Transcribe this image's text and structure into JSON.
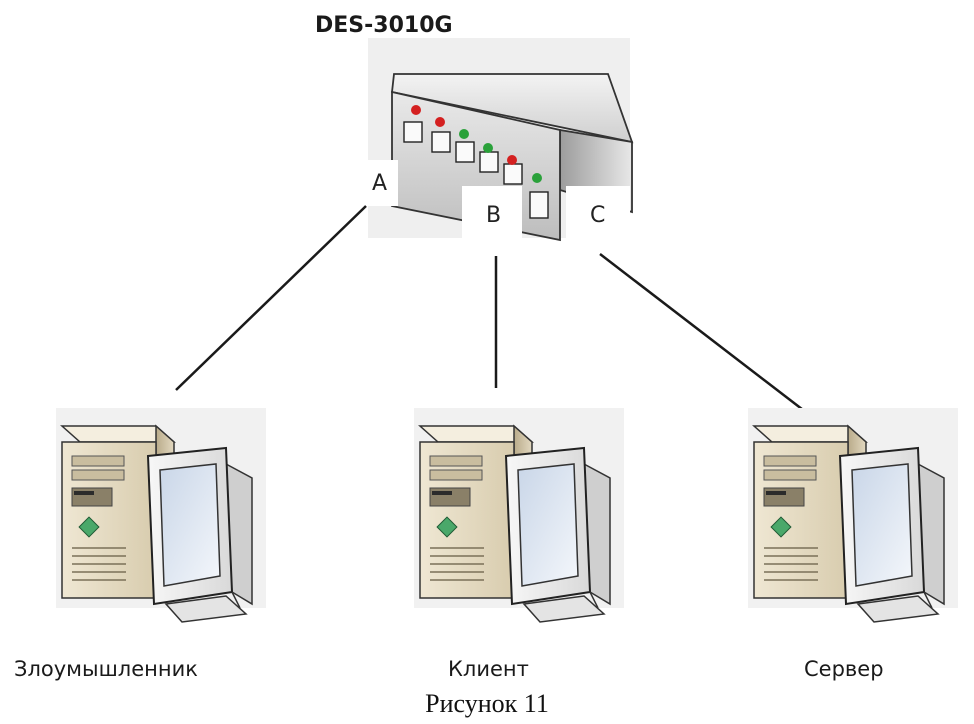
{
  "switch": {
    "model": "DES-3010G"
  },
  "ports": [
    {
      "id": "A",
      "label": "A"
    },
    {
      "id": "B",
      "label": "B"
    },
    {
      "id": "C",
      "label": "C"
    }
  ],
  "computers": [
    {
      "id": "attacker",
      "label": "Злоумышленник",
      "port": "A"
    },
    {
      "id": "client",
      "label": "Клиент",
      "port": "B"
    },
    {
      "id": "server",
      "label": "Сервер",
      "port": "C"
    }
  ],
  "caption": "Рисунок 11",
  "colors": {
    "led_red": "#d42020",
    "led_green": "#2aa13a",
    "tower": "#e6dcc4",
    "screen": "#dde6f2",
    "link": "#1a1a1a"
  }
}
